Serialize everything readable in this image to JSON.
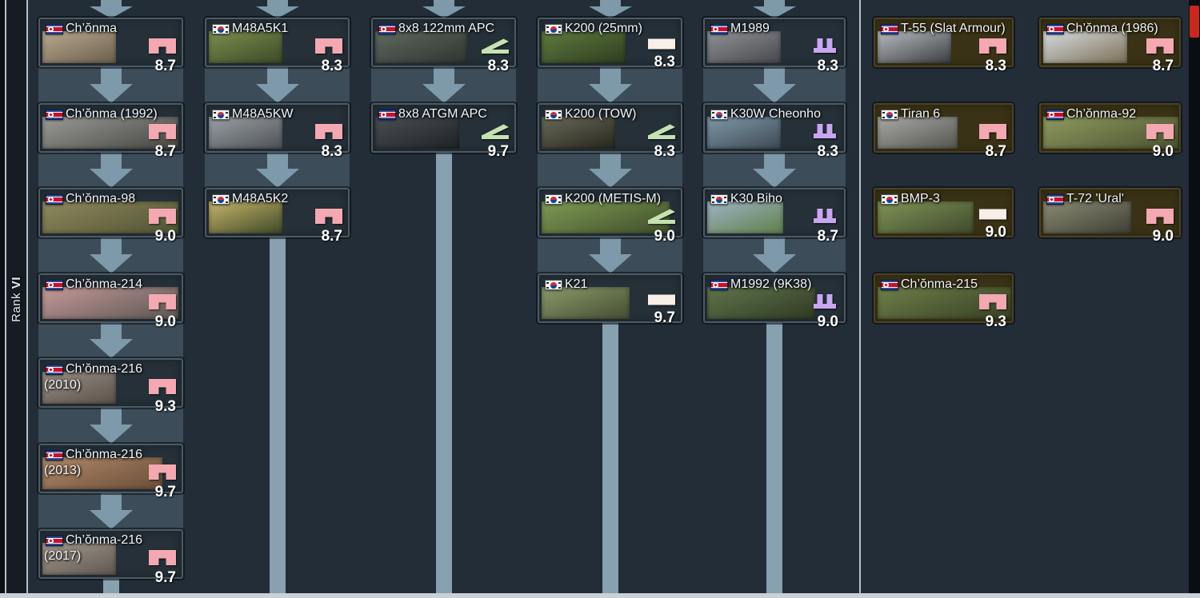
{
  "rank": {
    "prefix": "Rank ",
    "numeral": "VI"
  },
  "class_colors": {
    "medium": "#f3a8b2",
    "light": "#f8efe8",
    "tank_destroyer": "#c6e2b3",
    "spaa": "#c9a6f1"
  },
  "connector_color": "#7d99aa",
  "scrollbar_thumb_color": "#c8281e",
  "tree": {
    "columns": [
      {
        "cards": [
          {
            "name": "Ch’ŏnma",
            "br": "8.7",
            "class": "medium",
            "flag": "nk",
            "thumb": [
              "#b9a98f",
              "#6b5f4c"
            ],
            "thumb_w": 92
          },
          {
            "name": "Ch’ŏnma (1992)",
            "br": "8.7",
            "class": "medium",
            "flag": "nk",
            "thumb": [
              "#9a9a98",
              "#45453f"
            ],
            "thumb_w": 170
          },
          {
            "name": "Ch’ŏnma-98",
            "br": "9.0",
            "class": "medium",
            "flag": "nk",
            "thumb": [
              "#8f8a5e",
              "#4f5233"
            ],
            "thumb_w": 170
          },
          {
            "name": "Ch’ŏnma-214",
            "br": "9.0",
            "class": "medium",
            "flag": "nk",
            "thumb": [
              "#c59a9a",
              "#5a5550"
            ],
            "thumb_w": 170
          },
          {
            "name": "Ch’ŏnma-216 (2010)",
            "br": "9.3",
            "class": "medium",
            "flag": "nk",
            "thumb": [
              "#9b8f85",
              "#5b5149"
            ],
            "thumb_w": 92
          },
          {
            "name": "Ch’ŏnma-216 (2013)",
            "br": "9.7",
            "class": "medium",
            "flag": "nk",
            "thumb": [
              "#b08a6a",
              "#6a4c38"
            ],
            "thumb_w": 150
          },
          {
            "name": "Ch’ŏnma-216 (2017)",
            "br": "9.7",
            "class": "medium",
            "flag": "nk",
            "thumb": [
              "#a49a90",
              "#5f574e"
            ],
            "thumb_w": 92
          }
        ]
      },
      {
        "cards": [
          {
            "name": "M48A5K1",
            "br": "8.3",
            "class": "medium",
            "flag": "kr",
            "thumb": [
              "#7a8f4f",
              "#3c4a26"
            ],
            "thumb_w": 92
          },
          {
            "name": "M48A5KW",
            "br": "8.3",
            "class": "medium",
            "flag": "kr",
            "thumb": [
              "#9aa0a5",
              "#4e5257"
            ],
            "thumb_w": 92
          },
          {
            "name": "M48A5K2",
            "br": "8.7",
            "class": "medium",
            "flag": "kr",
            "thumb": [
              "#c5b36a",
              "#3f4a28"
            ],
            "thumb_w": 92
          }
        ]
      },
      {
        "cards": [
          {
            "name": "8x8 122mm APC",
            "br": "8.3",
            "class": "tank_destroyer",
            "flag": "nk",
            "thumb": [
              "#5f6a5f",
              "#2e3430"
            ],
            "thumb_w": 115
          },
          {
            "name": "8x8 ATGM APC",
            "br": "9.7",
            "class": "tank_destroyer",
            "flag": "nk",
            "thumb": [
              "#4a4f55",
              "#1f2326"
            ],
            "thumb_w": 105
          }
        ]
      },
      {
        "cards": [
          {
            "name": "K200 (25mm)",
            "br": "8.3",
            "class": "light",
            "flag": "kr",
            "thumb": [
              "#5f7a3f",
              "#2f3d20"
            ],
            "thumb_w": 105
          },
          {
            "name": "K200 (TOW)",
            "br": "8.3",
            "class": "tank_destroyer",
            "flag": "kr",
            "thumb": [
              "#6a6a5a",
              "#26261e"
            ],
            "thumb_w": 92
          },
          {
            "name": "K200 (METIS-M)",
            "br": "9.0",
            "class": "tank_destroyer",
            "flag": "kr",
            "thumb": [
              "#7f9a55",
              "#3f4d2a"
            ],
            "thumb_w": 160
          },
          {
            "name": "K21",
            "br": "9.7",
            "class": "light",
            "flag": "kr",
            "thumb": [
              "#8a9a6a",
              "#454d33"
            ],
            "thumb_w": 110
          }
        ]
      },
      {
        "cards": [
          {
            "name": "M1989",
            "br": "8.3",
            "class": "spaa",
            "flag": "nk",
            "thumb": [
              "#8f9296",
              "#46484c"
            ],
            "thumb_w": 92
          },
          {
            "name": "K30W Cheonho",
            "br": "8.3",
            "class": "spaa",
            "flag": "kr",
            "thumb": [
              "#7f98a8",
              "#3e4a54"
            ],
            "thumb_w": 92
          },
          {
            "name": "K30 Biho",
            "br": "8.7",
            "class": "spaa",
            "flag": "kr",
            "thumb": [
              "#9fb4c4",
              "#5f7f4a"
            ],
            "thumb_w": 95
          },
          {
            "name": "M1992 (9K38)",
            "br": "9.0",
            "class": "spaa",
            "flag": "nk",
            "thumb": [
              "#60754a",
              "#2e3a24"
            ],
            "thumb_w": 135
          }
        ]
      }
    ]
  },
  "premium": {
    "columns": [
      {
        "cards": [
          {
            "name": "T-55 (Slat Armour)",
            "br": "8.3",
            "class": "medium",
            "flag": "nk",
            "thumb": [
              "#b8bcc0",
              "#3a3d40"
            ],
            "thumb_w": 92
          },
          {
            "name": "Tiran 6",
            "br": "8.7",
            "class": "medium",
            "flag": "kr",
            "thumb": [
              "#a8a8a6",
              "#55554f"
            ],
            "thumb_w": 100
          },
          {
            "name": "BMP-3",
            "br": "9.0",
            "class": "light",
            "flag": "kr",
            "thumb": [
              "#7f9458",
              "#3f4a2c"
            ],
            "thumb_w": 120
          },
          {
            "name": "Ch’ŏnma-215",
            "br": "9.3",
            "class": "medium",
            "flag": "nk",
            "thumb": [
              "#6f7f4a",
              "#374023"
            ],
            "thumb_w": 168
          }
        ]
      },
      {
        "cards": [
          {
            "name": "Ch’ŏnma (1986)",
            "br": "8.7",
            "class": "medium",
            "flag": "nk",
            "thumb": [
              "#d8dce0",
              "#7a6f55"
            ],
            "thumb_w": 105
          },
          {
            "name": "Ch’ŏnma-92",
            "br": "9.0",
            "class": "medium",
            "flag": "nk",
            "thumb": [
              "#8f9a5f",
              "#4a5230"
            ],
            "thumb_w": 170
          },
          {
            "name": "T-72 'Ural'",
            "br": "9.0",
            "class": "medium",
            "flag": "nk",
            "thumb": [
              "#8a8a72",
              "#3f4036"
            ],
            "thumb_w": 110
          }
        ]
      }
    ]
  }
}
